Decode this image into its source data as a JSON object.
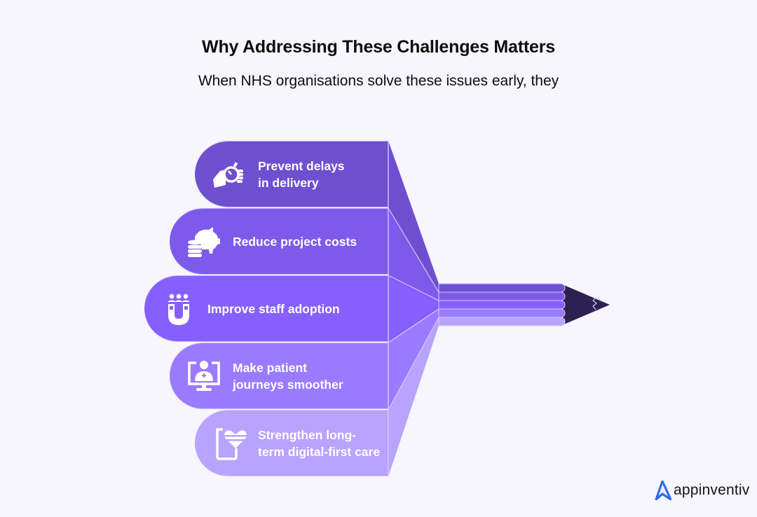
{
  "header": {
    "title": "Why Addressing These Challenges Matters",
    "subtitle": "When NHS organisations solve these issues early, they"
  },
  "items": [
    {
      "label": "Prevent delays\nin delivery",
      "icon": "stopwatch-hand-icon",
      "color": "#6E4FD0"
    },
    {
      "label": "Reduce project costs",
      "icon": "piggy-bank-coins-icon",
      "color": "#7E5AEB"
    },
    {
      "label": "Improve staff adoption",
      "icon": "magnet-people-icon",
      "color": "#8660FF"
    },
    {
      "label": "Make patient\njourneys smoother",
      "icon": "patient-monitor-icon",
      "color": "#9A7BFF"
    },
    {
      "label": "Strengthen long-\nterm digital-first care",
      "icon": "phone-heart-icon",
      "color": "#B8A3FF"
    }
  ],
  "pencil": {
    "tip_color": "#2C2150",
    "separator_color": "#D4C9FA"
  },
  "colors": {
    "background": "#F7F5FE",
    "brand_blue": "#2E6BF0"
  },
  "brand": {
    "name": "appinventiv"
  }
}
